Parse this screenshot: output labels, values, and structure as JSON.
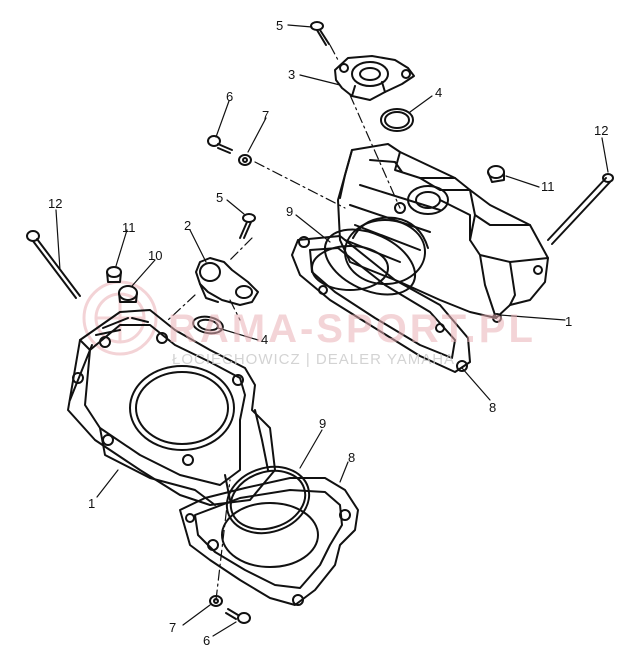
{
  "watermark": {
    "brand": "RAMA-SPORT.PL",
    "tagline": "ŁOCIECHOWICZ | DEALER YAMAHA",
    "color": "#e8a0a8"
  },
  "labels": [
    {
      "id": "lbl-5-top",
      "text": "5"
    },
    {
      "id": "lbl-3",
      "text": "3"
    },
    {
      "id": "lbl-4-top",
      "text": "4"
    },
    {
      "id": "lbl-6-top",
      "text": "6"
    },
    {
      "id": "lbl-7-top",
      "text": "7"
    },
    {
      "id": "lbl-12-right",
      "text": "12"
    },
    {
      "id": "lbl-11-right",
      "text": "11"
    },
    {
      "id": "lbl-9-top",
      "text": "9"
    },
    {
      "id": "lbl-1-right",
      "text": "1"
    },
    {
      "id": "lbl-8-right",
      "text": "8"
    },
    {
      "id": "lbl-12-left",
      "text": "12"
    },
    {
      "id": "lbl-11-left",
      "text": "11"
    },
    {
      "id": "lbl-10",
      "text": "10"
    },
    {
      "id": "lbl-2",
      "text": "2"
    },
    {
      "id": "lbl-5-mid",
      "text": "5"
    },
    {
      "id": "lbl-4-mid",
      "text": "4"
    },
    {
      "id": "lbl-1-left",
      "text": "1"
    },
    {
      "id": "lbl-9-bottom",
      "text": "9"
    },
    {
      "id": "lbl-8-bottom",
      "text": "8"
    },
    {
      "id": "lbl-7-bottom",
      "text": "7"
    },
    {
      "id": "lbl-6-bottom",
      "text": "6"
    }
  ]
}
